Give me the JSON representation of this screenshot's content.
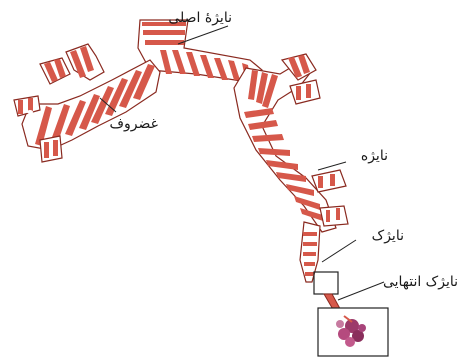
{
  "labels": {
    "main_bronchus": "نایژهٔ اصلی",
    "cartilage": "غضروف",
    "bronchus": "نایژه",
    "bronchiole": "نایژک",
    "terminal_bronchiole": "نایژک انتهایی"
  },
  "colors": {
    "cartilage_red": "#d6584a",
    "airway_outline": "#8a2a20",
    "alveoli_purple": "#9c3a6a",
    "background": "#ffffff"
  }
}
